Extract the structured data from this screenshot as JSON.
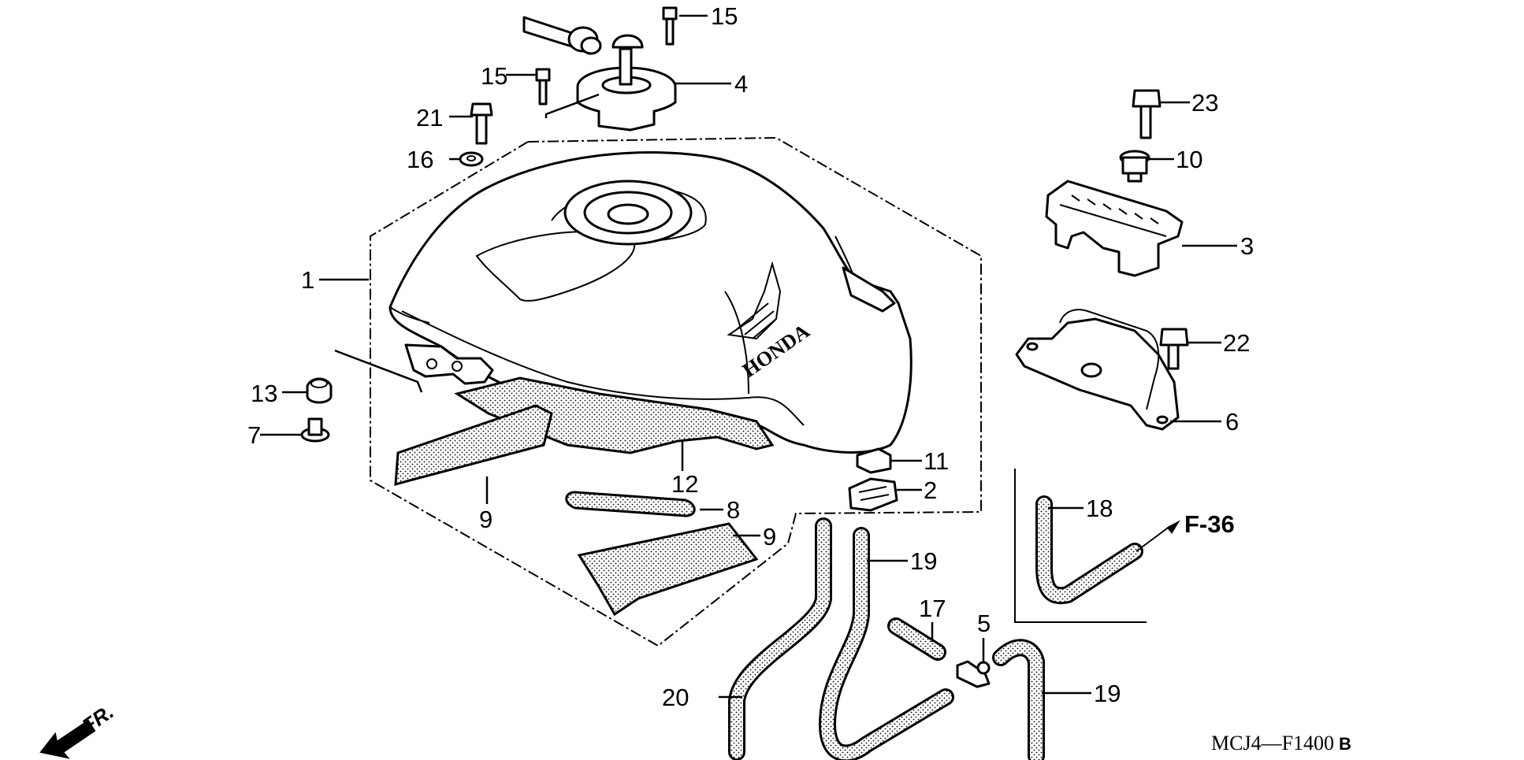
{
  "diagram": {
    "parts": {
      "p1": "1",
      "p2": "2",
      "p3": "3",
      "p4": "4",
      "p5": "5",
      "p6": "6",
      "p7": "7",
      "p8": "8",
      "p9a": "9",
      "p9b": "9",
      "p10": "10",
      "p11": "11",
      "p12": "12",
      "p13": "13",
      "p15a": "15",
      "p15b": "15",
      "p16": "16",
      "p17": "17",
      "p18": "18",
      "p19a": "19",
      "p19b": "19",
      "p20": "20",
      "p21": "21",
      "p22": "22",
      "p23": "23"
    },
    "reference": "F-36",
    "direction": "FR.",
    "brand": "HONDA",
    "code_main": "MCJ4—F1400",
    "code_suffix": "B"
  }
}
